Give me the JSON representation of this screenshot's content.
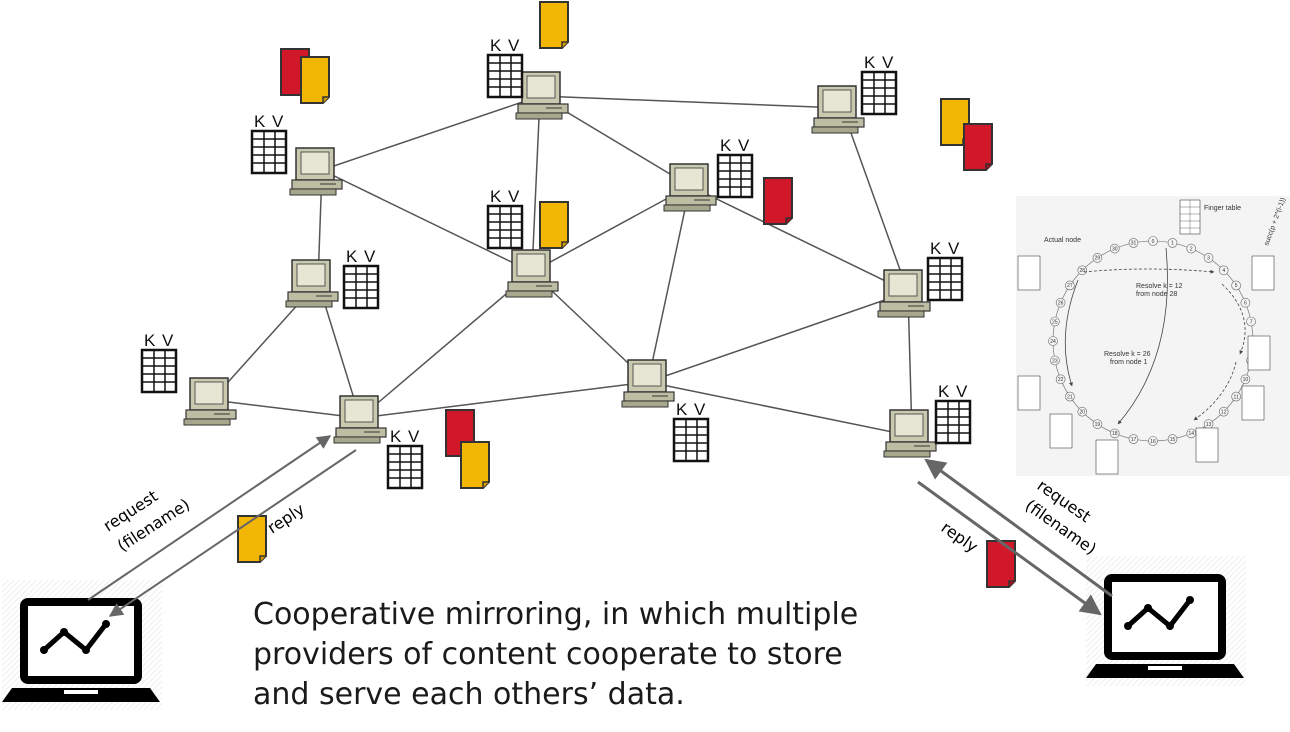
{
  "kv_label": {
    "k": "K",
    "v": "V"
  },
  "arrows": {
    "left_request": "request",
    "left_request_sub": "(filename)",
    "left_reply": "reply",
    "right_request": "request",
    "right_request_sub": "(filename)",
    "right_reply": "reply"
  },
  "caption": {
    "line1": "Cooperative mirroring, in which multiple",
    "line2": "providers of content cooperate to store",
    "line3": "and serve each others’ data."
  },
  "chord_inset": {
    "finger_table_label": "Finger table",
    "actual_node_label": "Actual node",
    "resolve_12": "Resolve k = 12",
    "resolve_12_sub": "from node 28",
    "resolve_26": "Resolve k = 26",
    "resolve_26_sub": "from node 1",
    "formula": "succ(p + 2^(i-1))",
    "ring_numbers": [
      "0",
      "1",
      "2",
      "3",
      "4",
      "5",
      "6",
      "7",
      "8",
      "9",
      "10",
      "11",
      "12",
      "13",
      "14",
      "15",
      "16",
      "17",
      "18",
      "19",
      "20",
      "21",
      "22",
      "23",
      "24",
      "25",
      "26",
      "27",
      "28",
      "29",
      "30",
      "31"
    ]
  },
  "colors": {
    "red": "#d0182a",
    "yellow": "#f2b705",
    "edge": "#555555"
  }
}
